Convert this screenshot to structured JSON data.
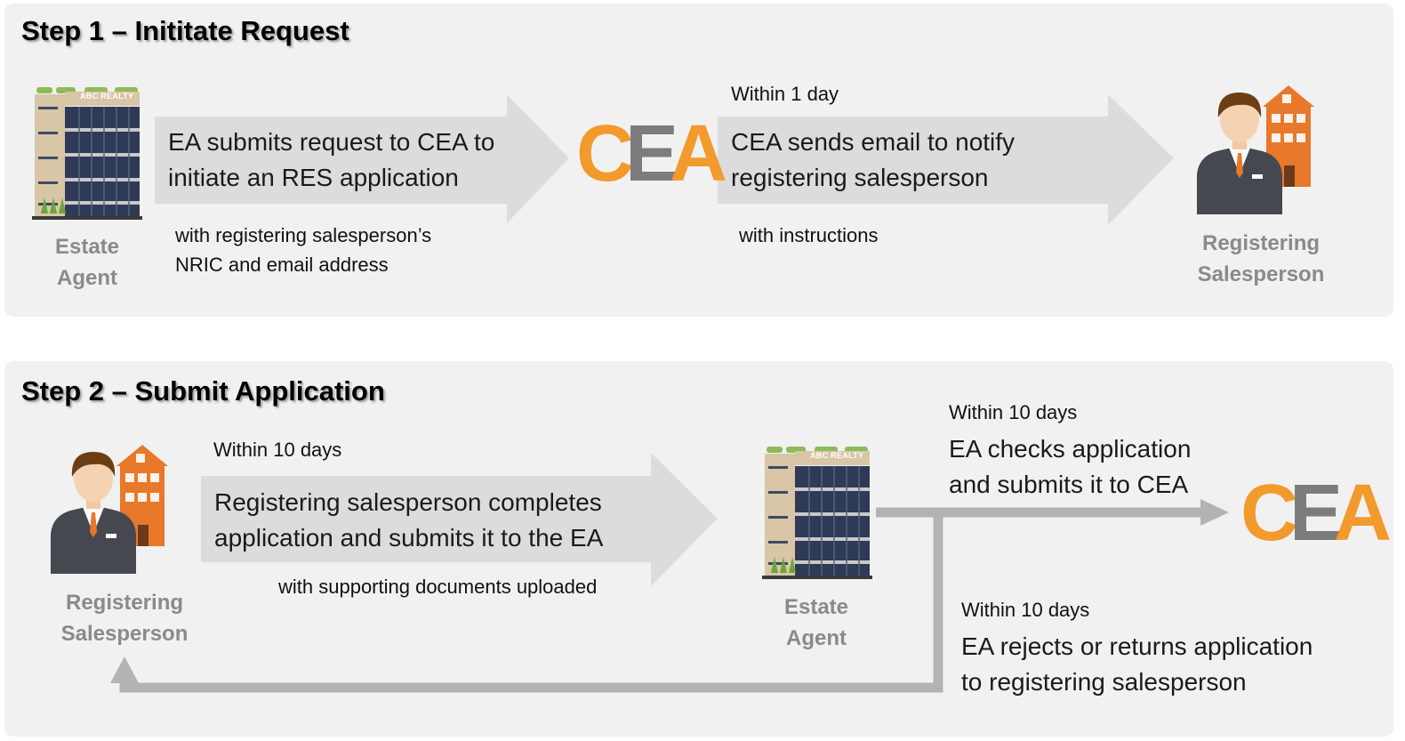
{
  "step1": {
    "title": "Step 1 – Inititate Request",
    "estate_agent_label": [
      "Estate",
      "Agent"
    ],
    "building_sign": "ABC REALTY",
    "arrow1_text": [
      "EA submits request to CEA to",
      "initiate an RES application"
    ],
    "arrow1_note": [
      "with registering salesperson’s",
      "NRIC and email address"
    ],
    "cea_logo": {
      "c": "C",
      "e": "E",
      "a": "A"
    },
    "arrow2_timing": "Within 1 day",
    "arrow2_text": [
      "CEA sends email to notify",
      "registering salesperson"
    ],
    "arrow2_note": "with instructions",
    "salesperson_label": [
      "Registering",
      "Salesperson"
    ]
  },
  "step2": {
    "title": "Step 2 – Submit Application",
    "salesperson_label": [
      "Registering",
      "Salesperson"
    ],
    "arrow1_timing": "Within 10 days",
    "arrow1_text": [
      "Registering salesperson completes",
      "application and submits it to the EA"
    ],
    "arrow1_note": "with supporting documents uploaded",
    "estate_agent_label": [
      "Estate",
      "Agent"
    ],
    "building_sign": "ABC REALTY",
    "check_timing": "Within 10 days",
    "check_text": [
      "EA checks application",
      "and submits it to CEA"
    ],
    "cea_logo": {
      "c": "C",
      "e": "E",
      "a": "A"
    },
    "reject_timing": "Within 10 days",
    "reject_text": [
      "EA rejects or returns application",
      "to registering salesperson"
    ]
  },
  "colors": {
    "panel_bg": "#f1f1f1",
    "arrow_fill": "#dcdcdc",
    "connector": "#b3b3b3",
    "cea_orange": "#f39a2c",
    "cea_grey": "#7c7c7c",
    "label_grey": "#8a8a8a"
  },
  "icons": [
    "building-icon",
    "salesperson-icon",
    "cea-logo"
  ]
}
